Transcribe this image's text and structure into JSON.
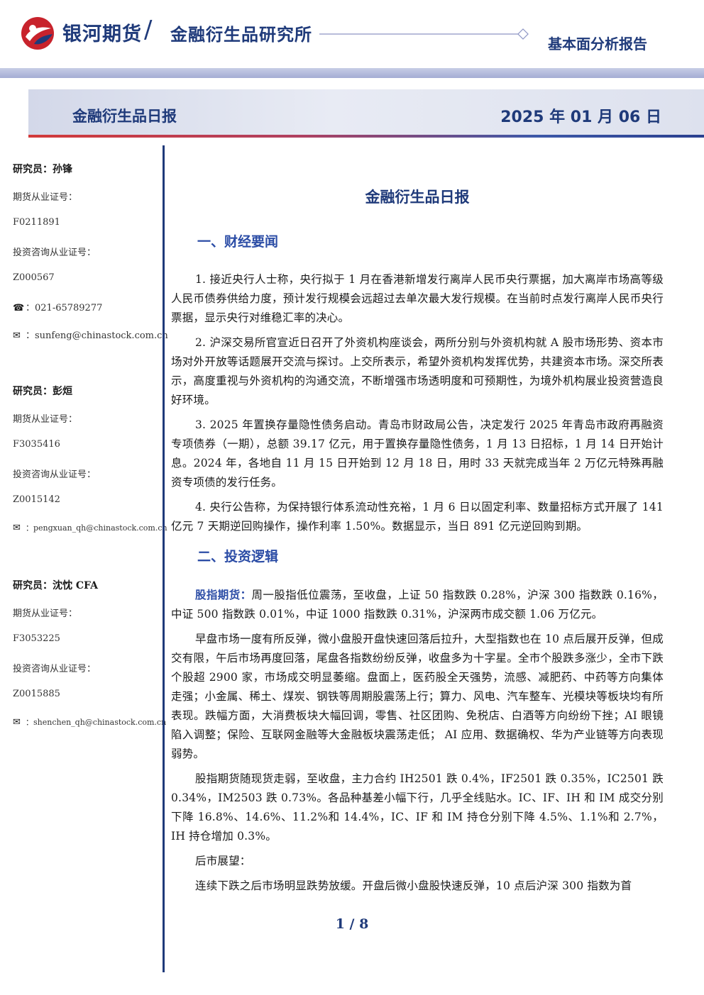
{
  "header": {
    "brand": "银河期货",
    "slash": "/",
    "institute": "金融衍生品研究所",
    "report_type": "基本面分析报告"
  },
  "banner": {
    "title": "金融衍生品日报",
    "date": "2025 年 01 月 06 日"
  },
  "sidebar": {
    "analysts": [
      {
        "name": "研究员：孙锋",
        "futures_cert_label": "期货从业证号：",
        "futures_cert": "F0211891",
        "consult_cert_label": "投资咨询从业证号：",
        "consult_cert": "Z000567",
        "phone_icon": "☎",
        "phone": "：021-65789277",
        "email_icon": "✉",
        "email": "：sunfeng@chinastock.com.cn"
      },
      {
        "name": "研究员：彭烜",
        "futures_cert_label": "期货从业证号：",
        "futures_cert": "F3035416",
        "consult_cert_label": "投资咨询从业证号：",
        "consult_cert": "Z0015142",
        "email_icon": "✉",
        "email": "：pengxuan_qh@chinastock.com.cn"
      },
      {
        "name": "研究员：沈忱  CFA",
        "futures_cert_label": "期货从业证号：",
        "futures_cert": "F3053225",
        "consult_cert_label": "投资咨询从业证号：",
        "consult_cert": "Z0015885",
        "email_icon": "✉",
        "email": "：shenchen_qh@chinastock.com.cn"
      }
    ]
  },
  "main": {
    "title": "金融衍生品日报",
    "section1": {
      "heading": "一、财经要闻",
      "items": [
        "1. 接近央行人士称，央行拟于 1 月在香港新增发行离岸人民币央行票据，加大离岸市场高等级人民币债券供给力度，预计发行规模会远超过去单次最大发行规模。在当前时点发行离岸人民币央行票据，显示央行对维稳汇率的决心。",
        "2. 沪深交易所官宣近日召开了外资机构座谈会，两所分别与外资机构就 A 股市场形势、资本市场对外开放等话题展开交流与探讨。上交所表示，希望外资机构发挥优势，共建资本市场。深交所表示，高度重视与外资机构的沟通交流，不断增强市场透明度和可预期性，为境外机构展业投资营造良好环境。",
        "3. 2025 年置换存量隐性债务启动。青岛市财政局公告，决定发行 2025 年青岛市政府再融资专项债券（一期），总额 39.17 亿元，用于置换存量隐性债务，1 月 13 日招标，1 月 14 日开始计息。2024 年，各地自 11 月 15 日开始到 12 月 18 日，用时 33 天就完成当年 2 万亿元特殊再融资专项债的发行任务。",
        "4. 央行公告称，为保持银行体系流动性充裕，1 月 6 日以固定利率、数量招标方式开展了 141 亿元 7 天期逆回购操作，操作利率 1.50%。数据显示，当日 891 亿元逆回购到期。"
      ]
    },
    "section2": {
      "heading": "二、投资逻辑",
      "lead_label": "股指期货：",
      "lead_text": "周一股指低位震荡，至收盘，上证 50 指数跌 0.28%，沪深 300 指数跌 0.16%，中证 500 指数跌 0.01%，中证 1000 指数跌 0.31%，沪深两市成交额 1.06 万亿元。",
      "para2": "早盘市场一度有所反弹，微小盘股开盘快速回落后拉升，大型指数也在 10 点后展开反弹，但成交有限，午后市场再度回落，尾盘各指数纷纷反弹，收盘多为十字星。全市个股跌多涨少，全市下跌个股超 2900 家，市场成交明显萎缩。盘面上，医药股全天强势，流感、减肥药、中药等方向集体走强；小金属、稀土、煤炭、钢铁等周期股震荡上行；算力、风电、汽车整车、光模块等板块均有所表现。跌幅方面，大消费板块大幅回调，零售、社区团购、免税店、白酒等方向纷纷下挫；AI 眼镜陷入调整；保险、互联网金融等大金融板块震荡走低；  AI 应用、数据确权、华为产业链等方向表现弱势。",
      "para3": "股指期货随现货走弱，至收盘，主力合约 IH2501 跌 0.4%，IF2501 跌 0.35%，IC2501 跌 0.34%，IM2503 跌 0.73%。各品种基差小幅下行，几乎全线贴水。IC、IF、IH 和 IM 成交分别下降 16.8%、14.6%、11.2%和 14.4%，IC、IF 和 IM 持仓分别下降 4.5%、1.1%和 2.7%，IH 持仓增加 0.3%。",
      "outlook_label": "后市展望：",
      "para4": "连续下跌之后市场明显跌势放缓。开盘后微小盘股快速反弹，10 点后沪深 300 指数为首"
    }
  },
  "footer": {
    "page": "1 / 8"
  }
}
